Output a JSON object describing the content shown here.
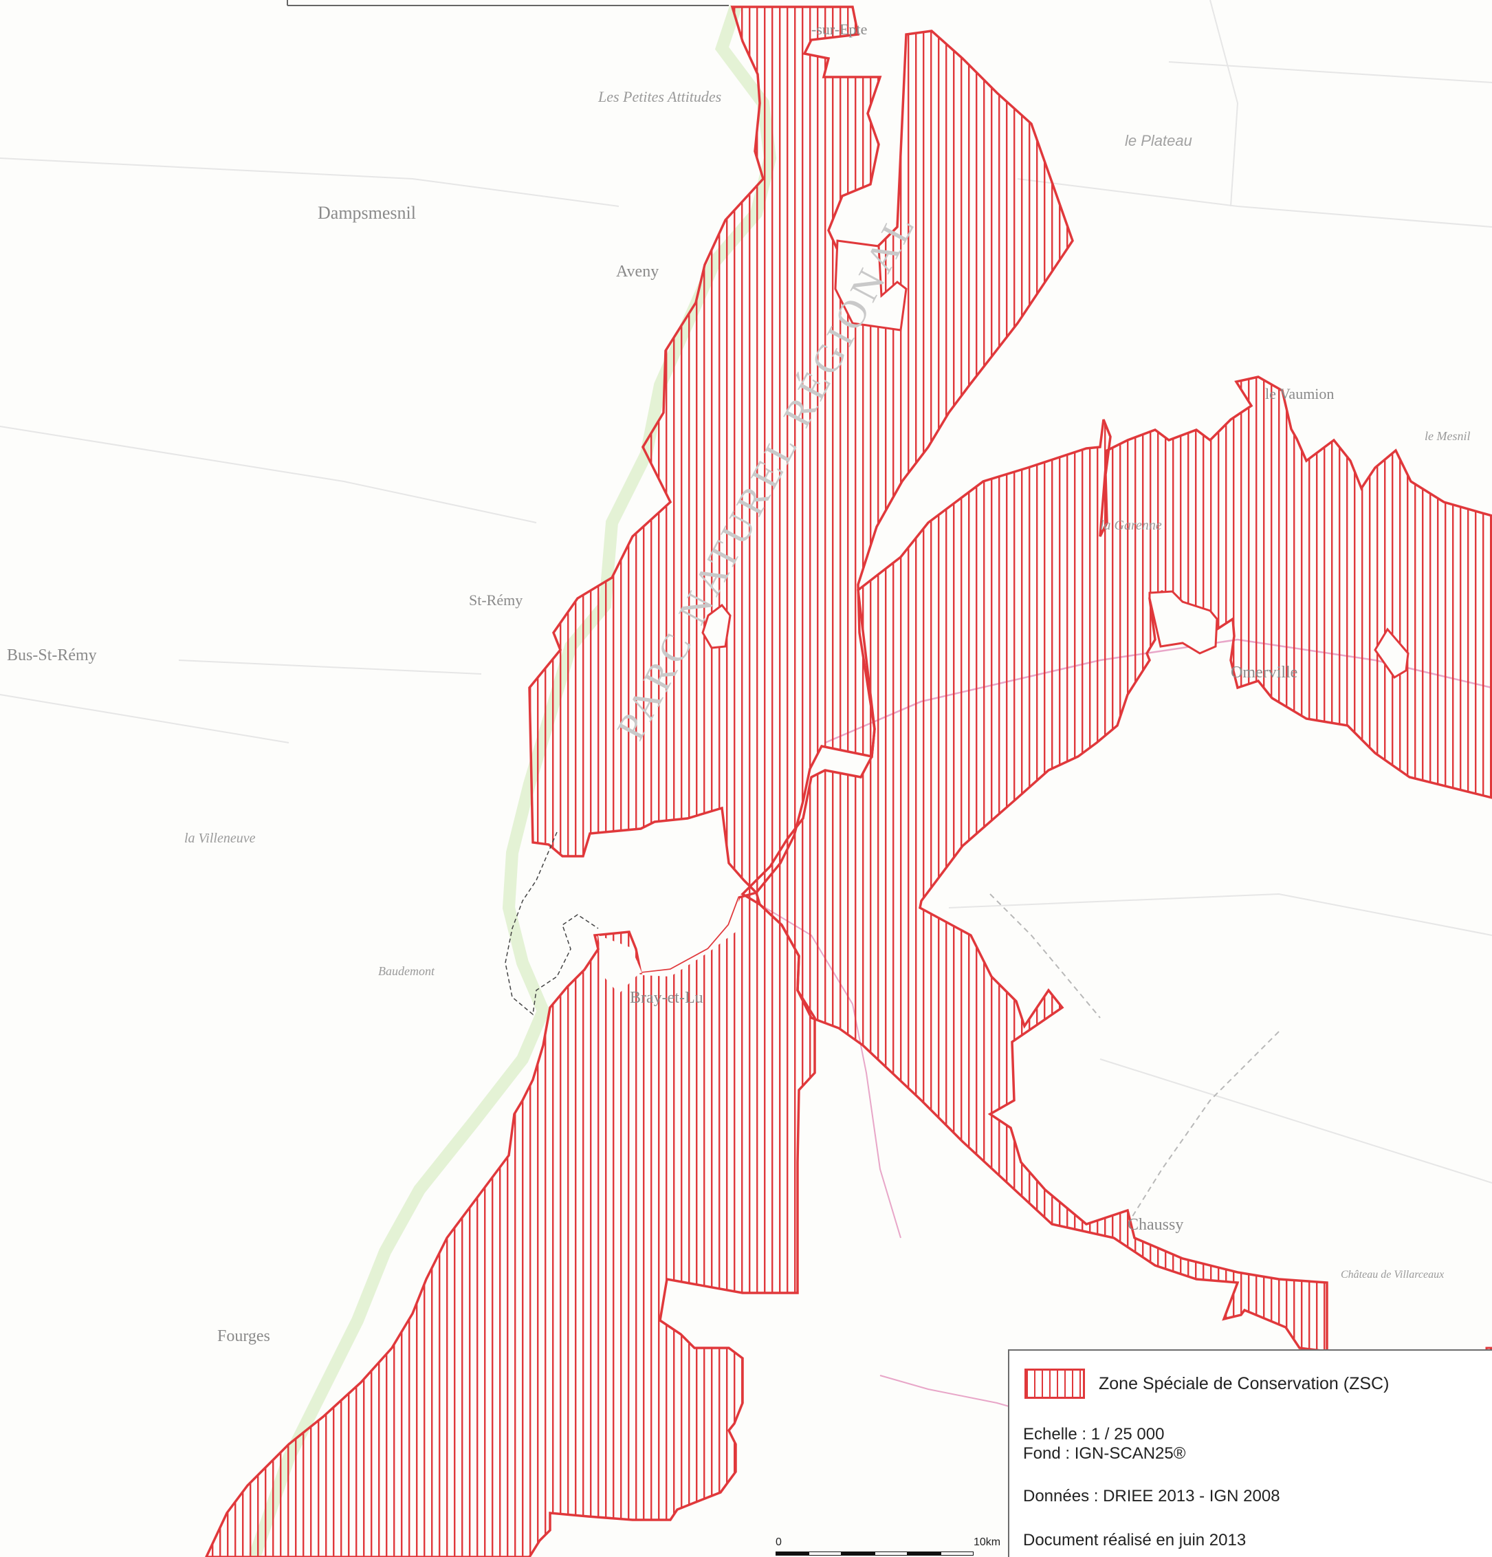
{
  "map": {
    "place_names": {
      "les_petites_attitudes": "Les Petites Attitudes",
      "dampsmesnil": "Dampsmesnil",
      "aveny": "Aveny",
      "st_remy": "St-Rémy",
      "bus_st_remy": "Bus-St-Rémy",
      "bray_et_lu": "Bray-et-Lu",
      "fourges": "Fourges",
      "chaussy": "Chaussy",
      "omerville": "Omerville",
      "le_vaumion": "le Vaumion",
      "le_plateau": "le Plateau",
      "la_villeneuve": "la Villeneuve",
      "baudemont": "Baudemont",
      "le_mesnil": "le Mesnil",
      "villarceaux": "Château de Villarceaux",
      "sur_epte": "-sur-Epte",
      "la_garenne": "la Garenne",
      "parc_label": "PARC NATUREL RÉGIONAL"
    },
    "colors": {
      "zsc_red": "#e0383b",
      "background": "#fdfdfb",
      "road_pink": "#e8a6c8",
      "forest_green": "#d8ecc4",
      "topo_grey": "#b8b8b8"
    }
  },
  "legend": {
    "zsc_label": "Zone Spéciale de Conservation (ZSC)",
    "scale": "Echelle : 1 / 25 000",
    "fond": "Fond : IGN-SCAN25®",
    "donnees": "Données : DRIEE 2013 - IGN  2008",
    "document": "Document réalisé en juin 2013"
  },
  "scalebar": {
    "start_label": "0",
    "end_label": "10km"
  }
}
